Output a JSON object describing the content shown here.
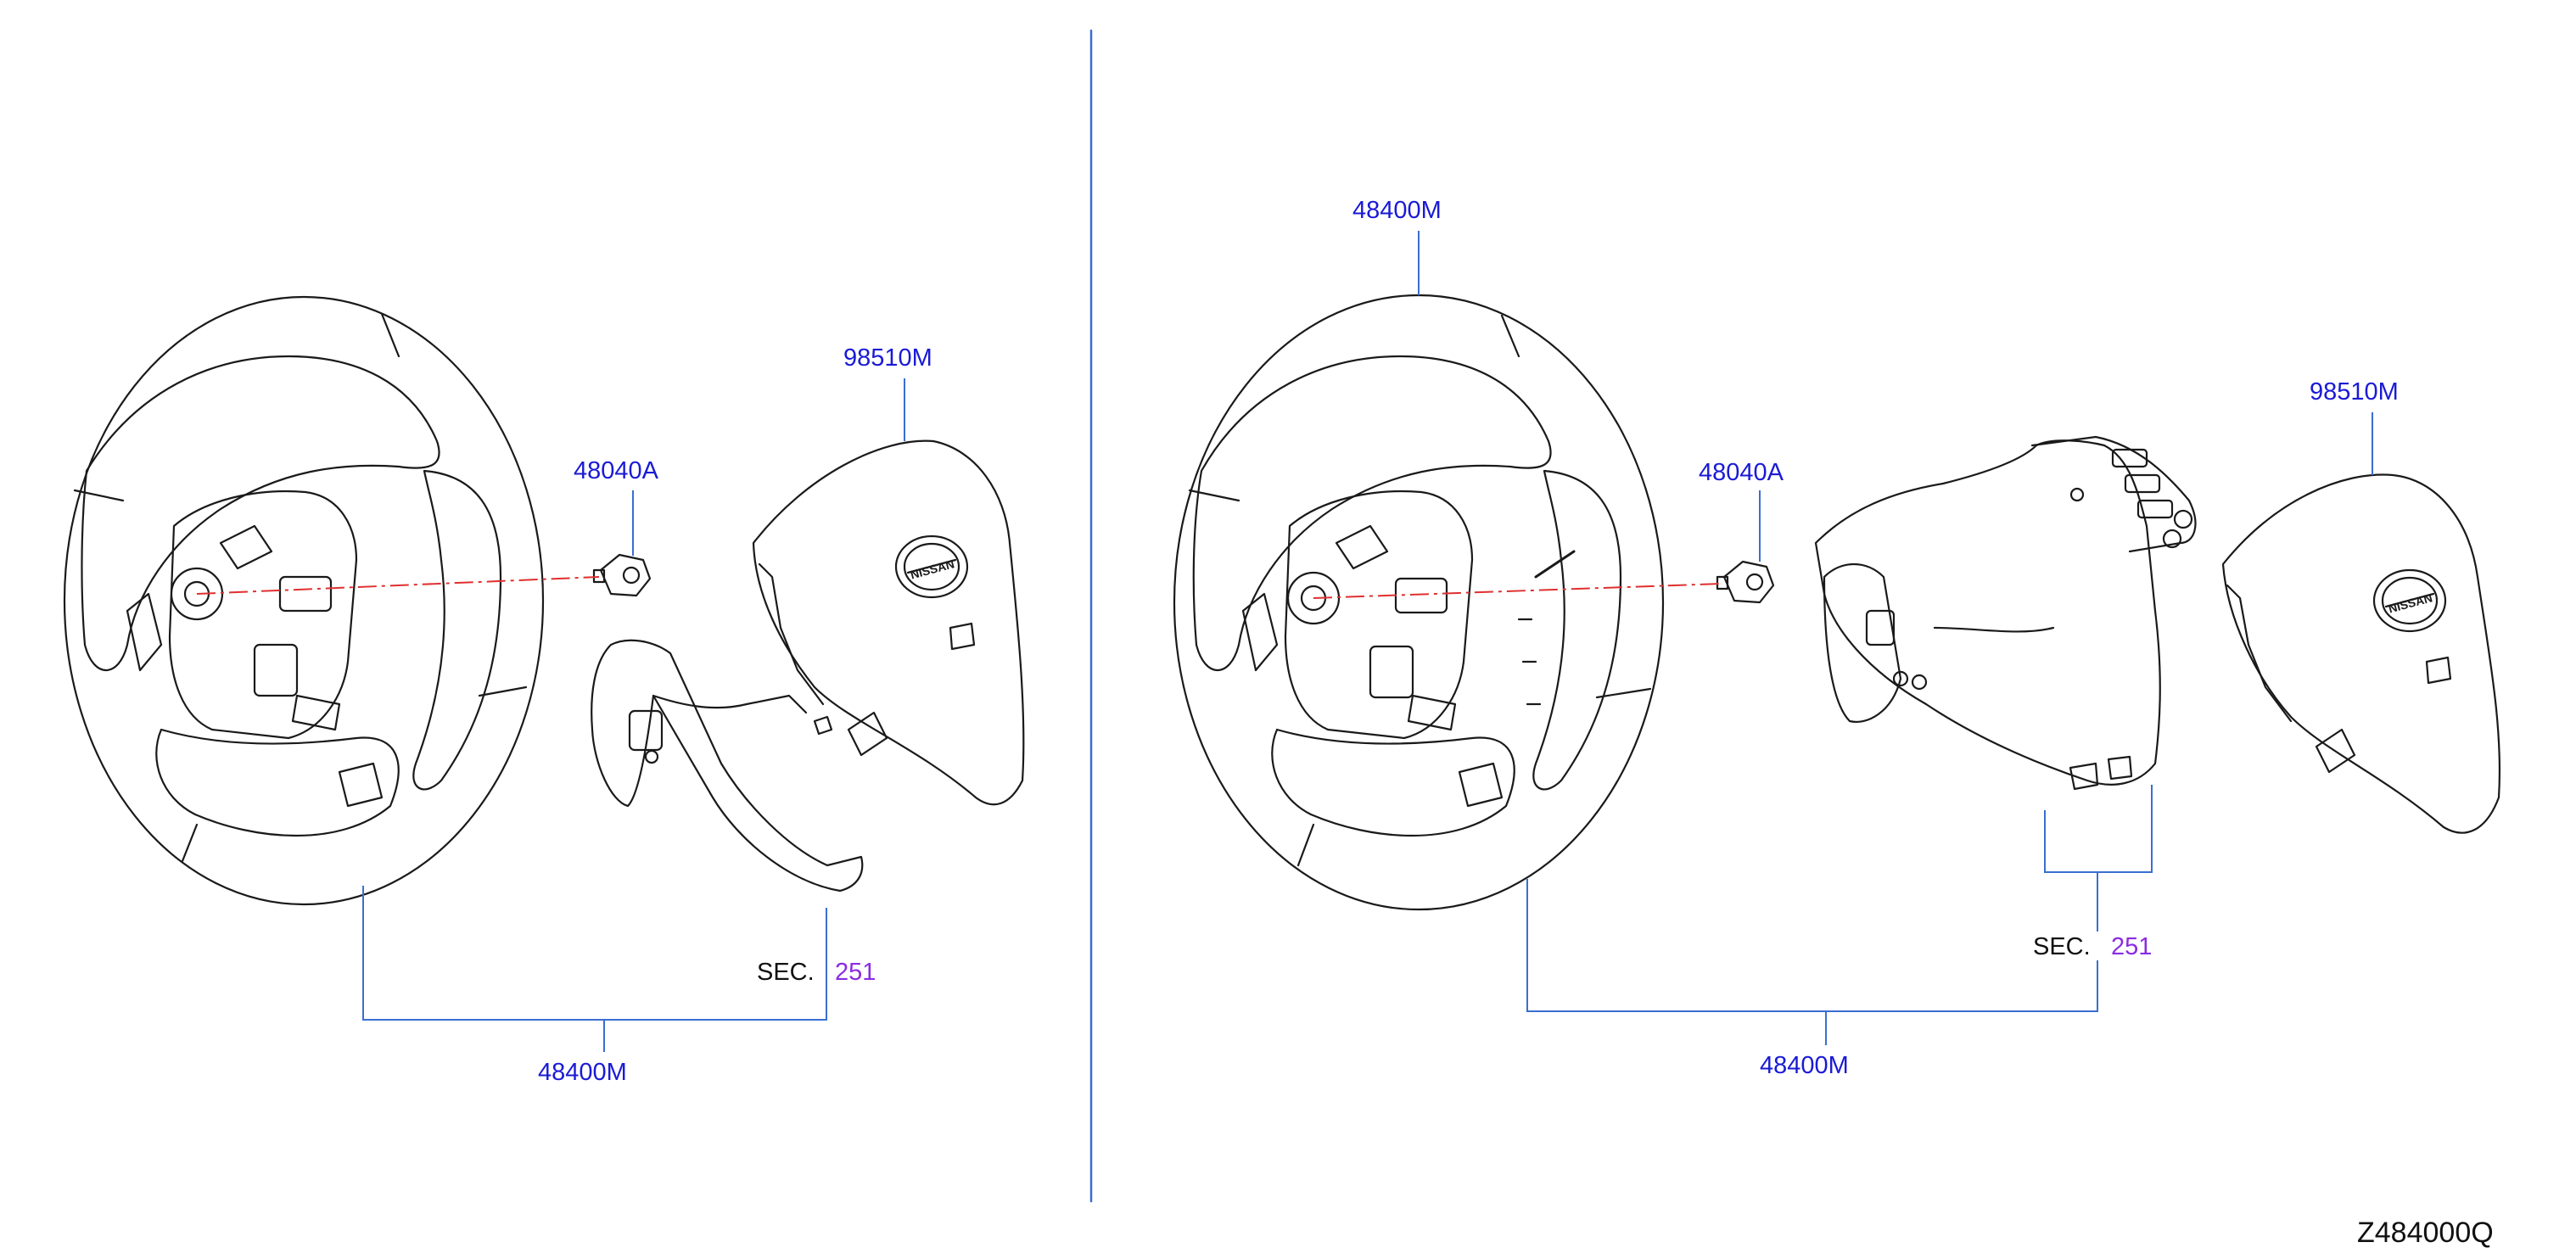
{
  "colors": {
    "part_label": "#1a1ad6",
    "section_number": "#8a2be2",
    "leader_line": "#3a6fd0",
    "divider": "#3a6fd0",
    "centerline": "#e03030",
    "drawing": "#1a1a1a"
  },
  "left_assembly": {
    "airbag_label": "98510M",
    "bolt_label": "48040A",
    "sec_prefix": "SEC.",
    "sec_number": "251",
    "wheel_label": "48400M"
  },
  "right_assembly": {
    "top_label": "48400M",
    "airbag_label": "98510M",
    "bolt_label": "48040A",
    "sec_prefix": "SEC.",
    "sec_number": "251",
    "wheel_label": "48400M"
  },
  "drawing_code": "Z484000Q",
  "emblem_text": "NISSAN"
}
